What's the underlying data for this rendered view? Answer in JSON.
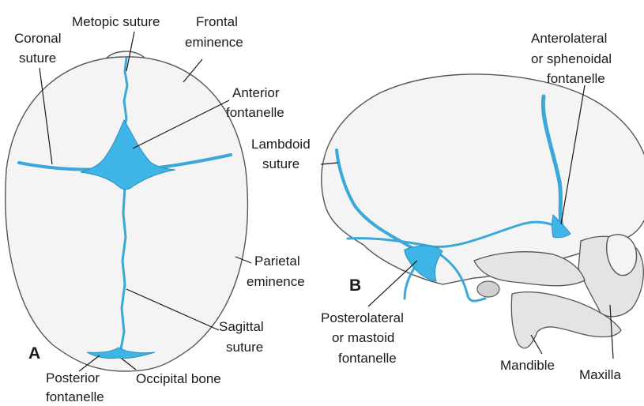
{
  "colors": {
    "fontanelle_fill": "#3fb4e6",
    "suture": "#3aa8d8",
    "bone": "#f4f4f4",
    "outline": "#555555",
    "text": "#1a1a1a"
  },
  "panel_a": {
    "letter": "A",
    "labels": {
      "coronal_1": "Coronal",
      "coronal_2": "suture",
      "metopic": "Metopic suture",
      "frontal_1": "Frontal",
      "frontal_2": "eminence",
      "anterior_1": "Anterior",
      "anterior_2": "fontanelle",
      "parietal_1": "Parietal",
      "parietal_2": "eminence",
      "sagittal_1": "Sagittal",
      "sagittal_2": "suture",
      "posterior_1": "Posterior",
      "posterior_2": "fontanelle",
      "occipital": "Occipital bone"
    }
  },
  "panel_b": {
    "letter": "B",
    "labels": {
      "anterolateral_1": "Anterolateral",
      "anterolateral_2": "or sphenoidal",
      "anterolateral_3": "fontanelle",
      "lambdoid_1": "Lambdoid",
      "lambdoid_2": "suture",
      "posterolateral_1": "Posterolateral",
      "posterolateral_2": "or mastoid",
      "posterolateral_3": "fontanelle",
      "mandible": "Mandible",
      "maxilla": "Maxilla"
    }
  }
}
